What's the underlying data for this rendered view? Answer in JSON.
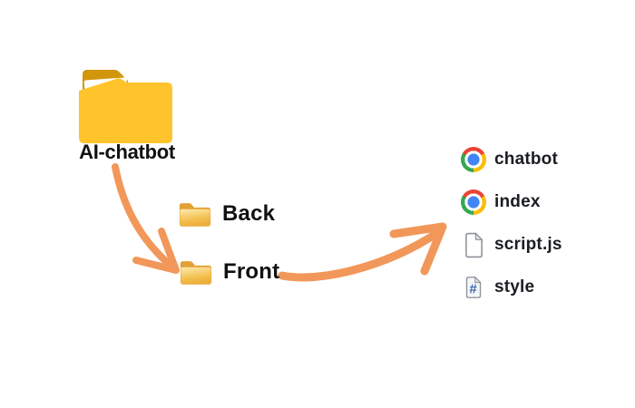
{
  "diagram": {
    "root_folder": {
      "label": "AI-chatbot",
      "icon": "folder-icon"
    },
    "subfolders": [
      {
        "label": "Back",
        "icon": "folder-icon"
      },
      {
        "label": "Front",
        "icon": "folder-icon"
      }
    ],
    "files": [
      {
        "label": "chatbot",
        "icon": "chrome-icon"
      },
      {
        "label": "index",
        "icon": "chrome-icon"
      },
      {
        "label": "script.js",
        "icon": "blank-file-icon"
      },
      {
        "label": "style",
        "icon": "css-hash-file-icon"
      }
    ],
    "arrows": [
      {
        "name": "root-to-front-arrow",
        "style": "hand-drawn curved"
      },
      {
        "name": "front-to-files-arrow",
        "style": "hand-drawn swoosh"
      }
    ],
    "colors": {
      "background": "#FFFFFF",
      "arrow": "#F2975A",
      "root_folder_body": "#FFC42B",
      "root_folder_flap": "#D2950C",
      "subfolder_back": "#E2A135",
      "subfolder_front_light": "#FDEBAD",
      "subfolder_front_mid": "#F2BE4C",
      "subfolder_front_dark": "#ECAF3C",
      "chrome_red": "#EA4335",
      "chrome_yellow": "#FBBC05",
      "chrome_green": "#34A853",
      "chrome_blue": "#4285F4",
      "page_outline": "#8C9199",
      "hash_blue": "#3E68AE",
      "text": "#111111"
    }
  }
}
